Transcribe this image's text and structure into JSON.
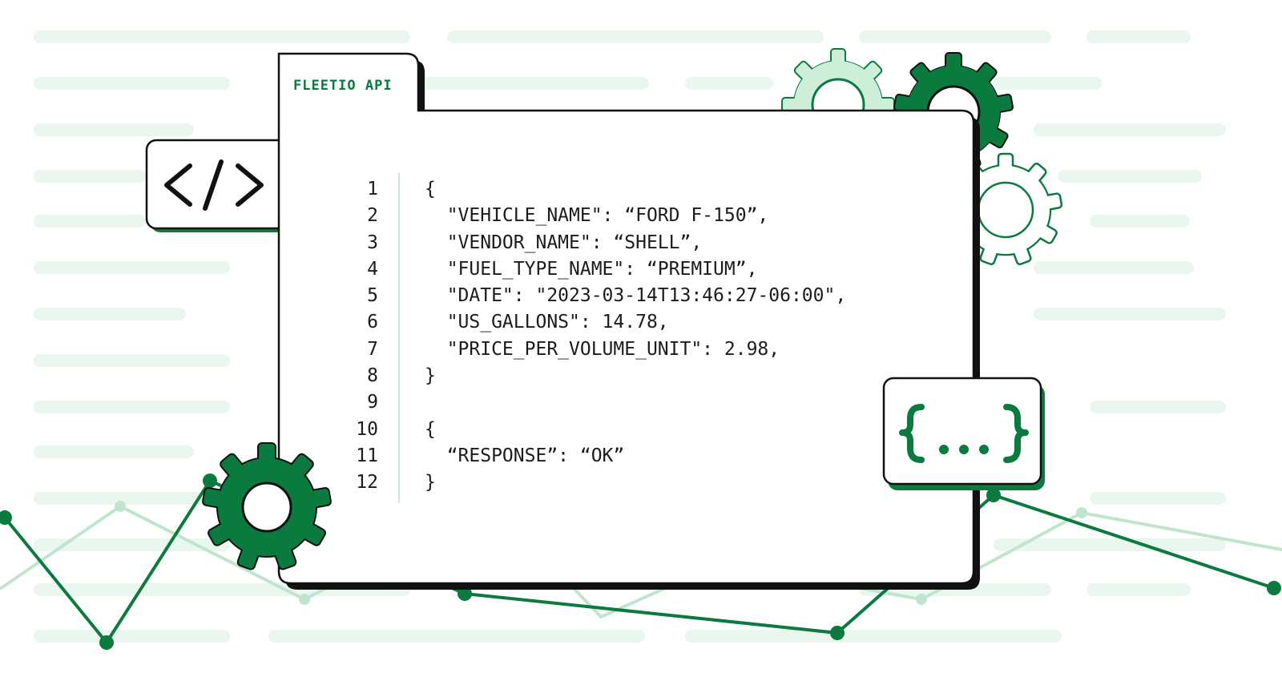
{
  "panel": {
    "tab_label": "FLEETIO API"
  },
  "code": {
    "lines": [
      {
        "num": "1",
        "text": "{"
      },
      {
        "num": "2",
        "text": "  \"VEHICLE_NAME\": “FORD F-150”,"
      },
      {
        "num": "3",
        "text": "  \"VENDOR_NAME\": “SHELL”,"
      },
      {
        "num": "4",
        "text": "  \"FUEL_TYPE_NAME\": “PREMIUM”,"
      },
      {
        "num": "5",
        "text": "  \"DATE\": \"2023-03-14T13:46:27-06:00\","
      },
      {
        "num": "6",
        "text": "  \"US_GALLONS\": 14.78,"
      },
      {
        "num": "7",
        "text": "  \"PRICE_PER_VOLUME_UNIT\": 2.98,"
      },
      {
        "num": "8",
        "text": "}"
      },
      {
        "num": "9",
        "text": ""
      },
      {
        "num": "10",
        "text": "{"
      },
      {
        "num": "11",
        "text": "  “RESPONSE”: “OK”"
      },
      {
        "num": "12",
        "text": "}"
      }
    ]
  },
  "badges": {
    "code_tag": "</>",
    "json_braces": "{...}"
  },
  "colors": {
    "green_dark": "#0a7a3e",
    "green_light": "#bfe6cd",
    "green_pale": "#e8f6ed",
    "outline": "#111111"
  },
  "icons": [
    "code-tag-icon",
    "json-braces-icon",
    "gear-icon"
  ]
}
